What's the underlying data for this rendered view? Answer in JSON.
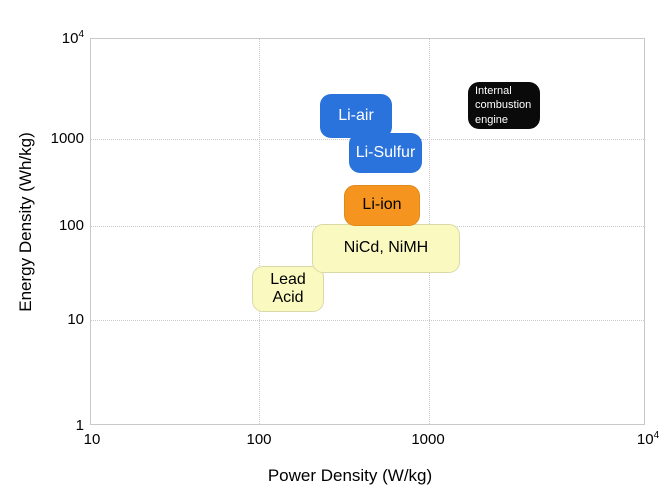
{
  "chart_data": {
    "type": "scatter",
    "title": "",
    "xlabel": "Power Density (W/kg)",
    "ylabel": "Energy Density (Wh/kg)",
    "xscale": "log",
    "yscale": "log",
    "xlim": [
      10,
      10000
    ],
    "ylim": [
      1,
      10000
    ],
    "grid": true,
    "legend": "none",
    "xticks": [
      {
        "value": 10,
        "label": "10",
        "exp": ""
      },
      {
        "value": 100,
        "label": "100",
        "exp": ""
      },
      {
        "value": 1000,
        "label": "1000",
        "exp": ""
      },
      {
        "value": 10000,
        "label": "10",
        "exp": "4"
      }
    ],
    "yticks": [
      {
        "value": 10000,
        "label": "10",
        "exp": "4"
      },
      {
        "value": 1000,
        "label": "1000",
        "exp": ""
      },
      {
        "value": 100,
        "label": "100",
        "exp": ""
      },
      {
        "value": 10,
        "label": "10",
        "exp": ""
      },
      {
        "value": 1,
        "label": "1",
        "exp": ""
      }
    ],
    "regions": [
      {
        "name": "Li-air",
        "label": "Li-air",
        "color": "#2a72dc",
        "text_color": "#ffffff",
        "power_density_range": [
          170,
          560
        ],
        "energy_density_range": [
          1000,
          2700
        ]
      },
      {
        "name": "Li-Sulfur",
        "label": "Li-Sulfur",
        "color": "#2a72dc",
        "text_color": "#ffffff",
        "power_density_range": [
          240,
          800
        ],
        "energy_density_range": [
          560,
          1200
        ]
      },
      {
        "name": "Li-ion",
        "label": "Li-ion",
        "color": "#f5941e",
        "text_color": "#000000",
        "power_density_range": [
          215,
          780
        ],
        "energy_density_range": [
          100,
          330
        ]
      },
      {
        "name": "NiCd, NiMH",
        "label": "NiCd, NiMH",
        "color": "#fafac0",
        "text_color": "#000000",
        "power_density_range": [
          155,
          1200
        ],
        "energy_density_range": [
          40,
          105
        ]
      },
      {
        "name": "Lead Acid",
        "label": "Lead\nAcid",
        "label_line1": "Lead",
        "label_line2": "Acid",
        "color": "#fafac0",
        "text_color": "#000000",
        "power_density_range": [
          75,
          250
        ],
        "energy_density_range": [
          18,
          48
        ]
      },
      {
        "name": "Internal combustion engine",
        "label_line1": "Internal",
        "label_line2": "combustion",
        "label_line3": "engine",
        "color": "#0a0a0a",
        "text_color": "#ffffff",
        "power_density_range": [
          1550,
          3300
        ],
        "energy_density_range": [
          1400,
          3700
        ]
      }
    ]
  },
  "axes": {
    "x_title": "Power Density (W/kg)",
    "y_title": "Energy Density (Wh/kg)"
  },
  "colors": {
    "blue": "#2a72dc",
    "orange": "#f5941e",
    "cream": "#fafac0",
    "black": "#0a0a0a",
    "grid": "#c9c9c9",
    "background": "#ffffff"
  }
}
